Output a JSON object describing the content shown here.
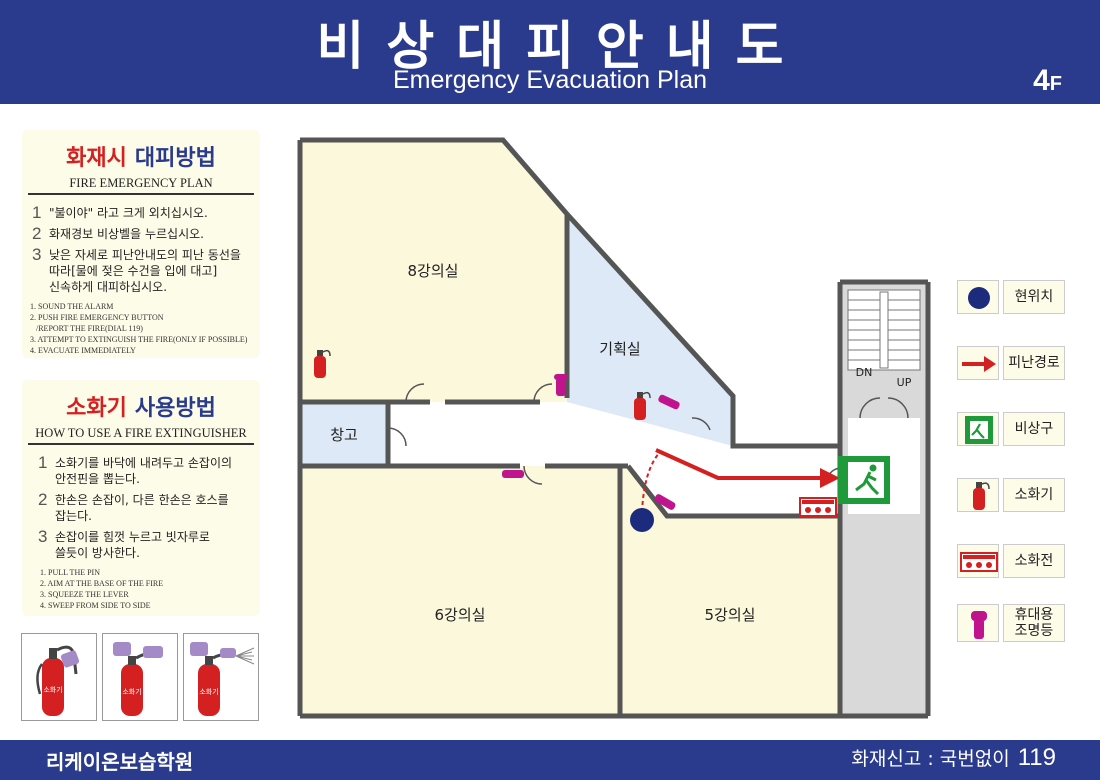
{
  "header": {
    "title_ko": "비상대피안내도",
    "title_en": "Emergency Evacuation Plan",
    "floor_num": "4",
    "floor_unit": "F"
  },
  "fire_plan": {
    "title_red": "화재시",
    "title_blue": "대피방법",
    "subtitle": "FIRE EMERGENCY PLAN",
    "steps": [
      {
        "num": "1",
        "text": "\"불이야\" 라고 크게 외치십시오."
      },
      {
        "num": "2",
        "text": "화재경보 비상벨을 누르십시오."
      },
      {
        "num": "3",
        "text": "낮은 자세로 피난안내도의 피난 동선을\n따라[물에 젖은 수건을 입에 대고]\n신속하게 대피하십시오."
      }
    ],
    "en_steps": [
      "1. SOUND THE ALARM",
      "2.  PUSH FIRE EMERGENCY BUTTON",
      "/REPORT THE FIRE(DIAL 119)",
      "3. ATTEMPT TO EXTINGUISH THE FIRE(ONLY IF POSSIBLE)",
      "4. EVACUATE IMMEDIATELY"
    ]
  },
  "extinguisher": {
    "title_red": "소화기",
    "title_blue": "사용방법",
    "subtitle": "HOW TO USE A FIRE EXTINGUISHER",
    "steps": [
      {
        "num": "1",
        "text": "소화기를 바닥에 내려두고 손잡이의\n안전핀을 뽑는다."
      },
      {
        "num": "2",
        "text": "한손은 손잡이, 다른 한손은 호스를\n잡는다."
      },
      {
        "num": "3",
        "text": "손잡이를 힘껏 누르고 빗자루로\n쓸듯이 방사한다."
      }
    ],
    "en_steps": [
      "1. PULL THE PIN",
      "2. AIM AT THE BASE OF THE FIRE",
      "3. SQUEEZE THE LEVER",
      "4. SWEEP FROM SIDE TO SIDE"
    ],
    "label": "소화기"
  },
  "rooms": {
    "room8": "8강의실",
    "planning": "기획실",
    "storage": "창고",
    "room6": "6강의실",
    "room5": "5강의실",
    "dn": "DN",
    "up": "UP"
  },
  "legend": [
    {
      "icon": "current-location-icon",
      "label": "현위치"
    },
    {
      "icon": "evacuation-route-arrow-icon",
      "label": "피난경로"
    },
    {
      "icon": "emergency-exit-icon",
      "label": "비상구"
    },
    {
      "icon": "fire-extinguisher-icon",
      "label": "소화기"
    },
    {
      "icon": "fire-hydrant-icon",
      "label": "소화전"
    },
    {
      "icon": "portable-light-icon",
      "label": "휴대용\n조명등"
    }
  ],
  "footer": {
    "org": "리케이온보습학원",
    "report_label": "화재신고 : 국번없이",
    "report_number": "119"
  },
  "colors": {
    "header": "#2a3a8c",
    "room_fill": "#fbf8dc",
    "planning_fill": "#dde9f7",
    "wall": "#555555",
    "route": "#d42020",
    "exit": "#1f9a3a"
  }
}
